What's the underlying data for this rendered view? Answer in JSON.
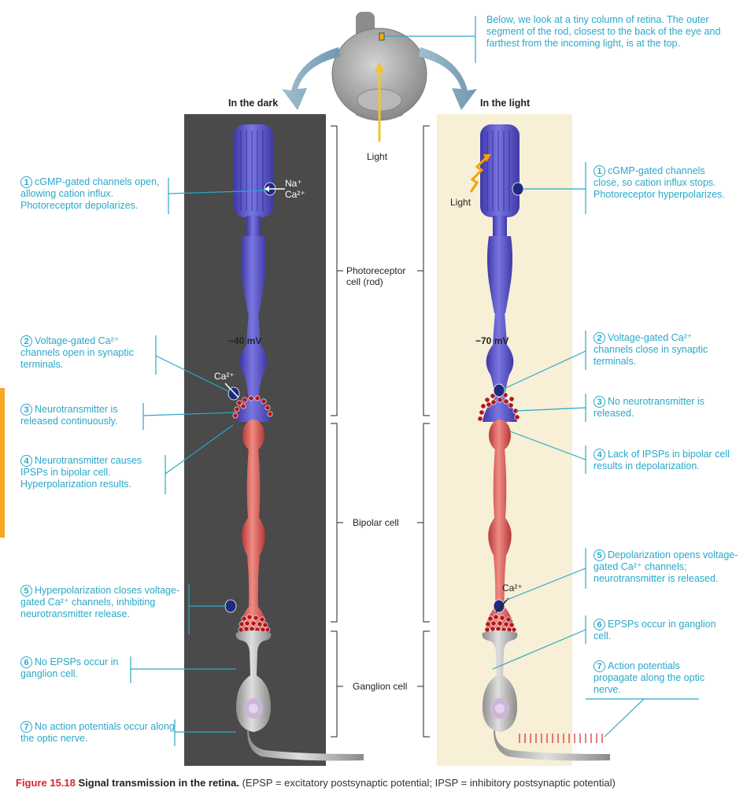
{
  "eye_note": "Below, we look at a tiny column of retina. The outer segment of the rod, closest to the back of the eye and farthest from the incoming light, is at the top.",
  "headers": {
    "dark": "In the dark",
    "light": "In the light"
  },
  "light_labels": {
    "center": "Light",
    "rod": "Light"
  },
  "middle_labels": {
    "photoreceptor": "Photoreceptor cell (rod)",
    "bipolar": "Bipolar cell",
    "ganglion": "Ganglion cell"
  },
  "ions": {
    "na": "Na⁺",
    "ca_dark_top": "Ca²⁺",
    "ca_dark_terminal": "Ca²⁺",
    "ca_light_terminal": "Ca²⁺"
  },
  "voltages": {
    "dark": "−40 mV",
    "light": "−70 mV"
  },
  "dark_steps": [
    {
      "num": "1",
      "text": "cGMP-gated channels open, allowing cation influx. Photoreceptor depolarizes."
    },
    {
      "num": "2",
      "text": "Voltage-gated Ca²⁺ channels open in synaptic terminals."
    },
    {
      "num": "3",
      "text": "Neurotransmitter is released continuously."
    },
    {
      "num": "4",
      "text": "Neurotransmitter causes IPSPs in bipolar cell. Hyperpolarization results."
    },
    {
      "num": "5",
      "text": "Hyperpolarization closes voltage-gated Ca²⁺ channels, inhibiting neurotransmitter release."
    },
    {
      "num": "6",
      "text": "No EPSPs occur in ganglion cell."
    },
    {
      "num": "7",
      "text": "No action potentials occur along the optic nerve."
    }
  ],
  "light_steps": [
    {
      "num": "1",
      "text": "cGMP-gated channels close, so cation influx stops. Photoreceptor hyperpolarizes."
    },
    {
      "num": "2",
      "text": "Voltage-gated Ca²⁺ channels close in synaptic terminals."
    },
    {
      "num": "3",
      "text": "No neurotransmitter is released."
    },
    {
      "num": "4",
      "text": "Lack of IPSPs in bipolar cell results in depolarization."
    },
    {
      "num": "5",
      "text": "Depolarization opens voltage-gated Ca²⁺ channels; neurotransmitter is released."
    },
    {
      "num": "6",
      "text": "EPSPs occur in ganglion cell."
    },
    {
      "num": "7",
      "text": "Action potentials propagate along the optic nerve."
    }
  ],
  "figure": {
    "number": "Figure 15.18",
    "title": "Signal transmission in the retina.",
    "caption": "(EPSP = excitatory postsynaptic potential; IPSP = inhibitory postsynaptic potential)"
  },
  "colors": {
    "callout": "#29a8c9",
    "figure_number": "#d9242e",
    "dark_panel": "#4a4a4a",
    "light_panel": "#f7efd6",
    "rod": "#5b57c8",
    "bipolar": "#d9605a",
    "ganglion": "#b8b8b8"
  }
}
